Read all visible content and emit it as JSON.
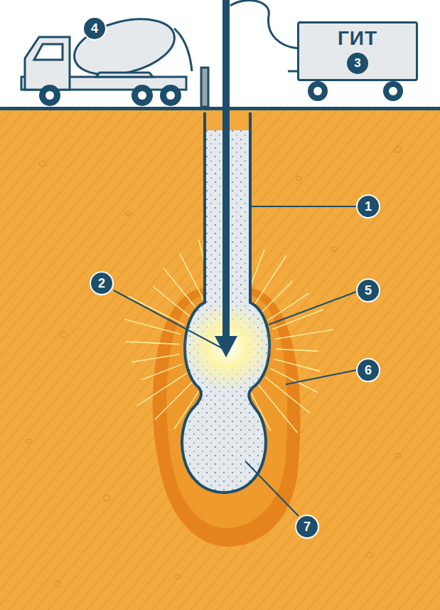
{
  "diagram": {
    "nodes": [
      {
        "text": [
          "ГИТ",
          "3"
        ]
      }
    ],
    "labels": [
      "4",
      "1",
      "2",
      "5",
      "6",
      "7"
    ]
  }
}
